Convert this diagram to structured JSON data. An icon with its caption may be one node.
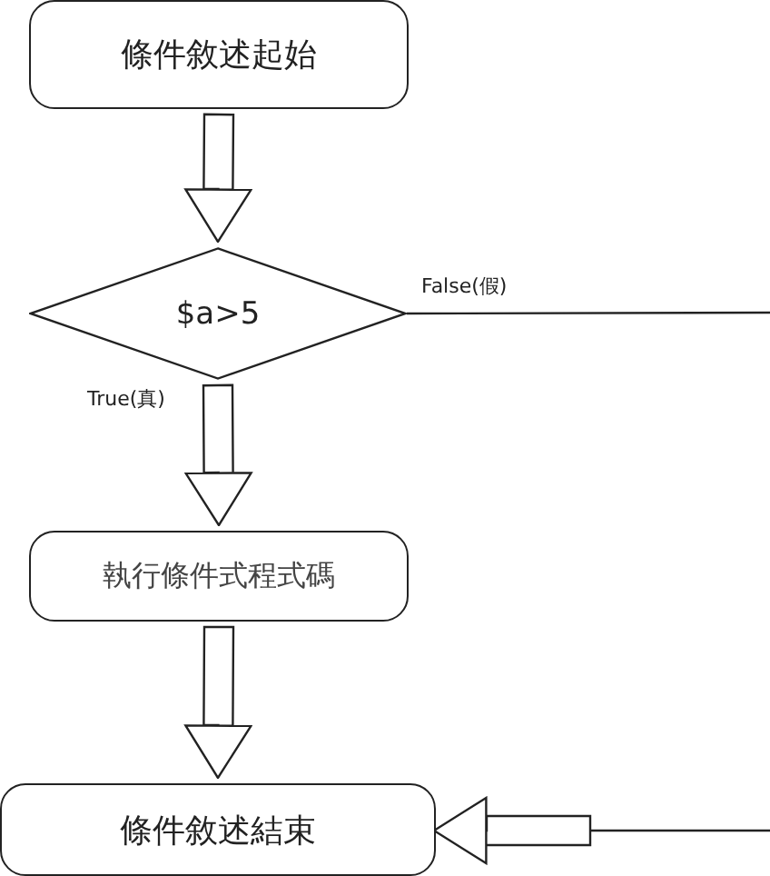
{
  "diagram": {
    "nodes": [
      {
        "text": [
          "條件敘述起始"
        ]
      },
      {
        "text": [
          "$a>5"
        ]
      },
      {
        "text": [
          "執行條件式程式碼"
        ]
      },
      {
        "text": [
          "條件敘述結束"
        ]
      }
    ],
    "edges": [
      {
        "from": 0,
        "to": 1,
        "arrow": "to"
      },
      {
        "from": 1,
        "to": 2,
        "arrow": "to",
        "label": "True(真)"
      },
      {
        "from": 2,
        "to": 3,
        "arrow": "to"
      },
      {
        "from": 1,
        "to": null,
        "arrow": "none",
        "label": "False(假)"
      },
      {
        "from": null,
        "to": 3,
        "arrow": "to"
      }
    ]
  }
}
